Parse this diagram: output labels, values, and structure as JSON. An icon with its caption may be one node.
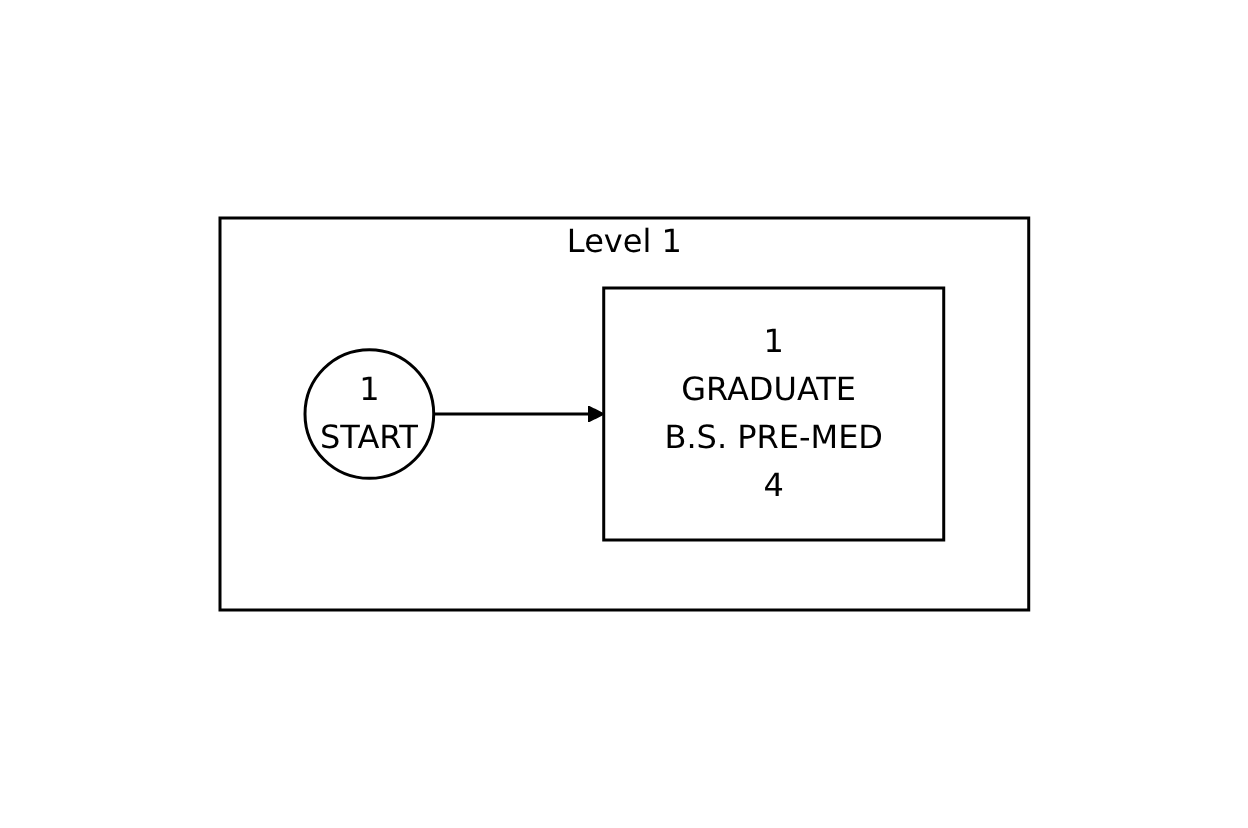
{
  "diagram": {
    "nodes": [
      {
        "text": [
          "Level 1"
        ]
      },
      {
        "text": [
          "1",
          "START"
        ],
        "in": 0
      },
      {
        "text": [
          "1",
          "GRADUATE B.S. PRE-MED",
          "4"
        ],
        "in": 0
      }
    ],
    "edges": [
      {
        "from": 1,
        "to": 2,
        "arrow": "to"
      }
    ]
  }
}
